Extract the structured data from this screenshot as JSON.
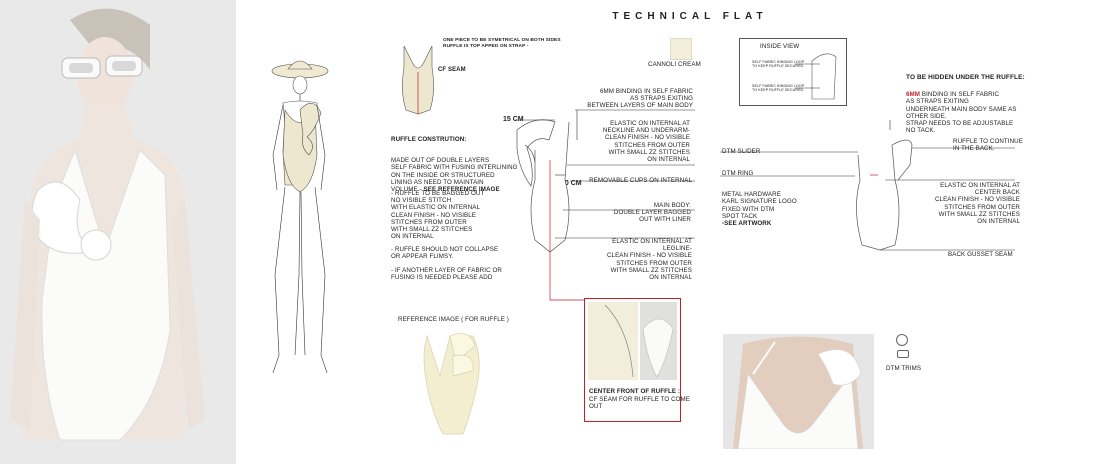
{
  "title": "TECHNICAL FLAT",
  "swatch": {
    "label": "CANNOLI CREAM",
    "color": "#f2eedb"
  },
  "top_note": "ONE PIECE TO BE SYMETRICAL ON BOTH SIDES\nRUFFLE IS TOP APPED ON STRAP -",
  "cf_seam": "CF SEAM",
  "ruffle": {
    "heading": "RUFFLE CONSTRUTION:",
    "intro": "MADE OUT OF DOUBLE LAYERS\nSELF FABRIC WITH FUSING INTERLINING\nON THE INSIDE OR STRUCTURED\nLINING AS NEED TO MAINTAIN\nVOLUME - ",
    "intro_bold": "SEE REFERENCE IMAGE",
    "bullets": [
      "-          RUFFLE TO BE BAGGED OUT\nNO VISIBLE STITCH\nWITH ELASTIC ON INTERNAL\nCLEAN FINISH - NO VISIBLE\nSTITCHES FROM OUTER\nWITH SMALL ZZ STITCHES\nON INTERNAL",
      "-          RUFFLE SHOULD NOT COLLAPSE\nOR APPEAR FLIMSY.",
      "-          IF ANOTHER LAYER OF FABRIC OR\nFUSING IS NEEDED PLEASE ADD"
    ]
  },
  "dims": {
    "d1": "15 CM",
    "d2": "10 CM"
  },
  "callouts": [
    "6MM BINDING IN SELF FABRIC\nAS STRAPS EXITING\nBETWEEN LAYERS OF MAIN BODY",
    "ELASTIC ON INTERNAL AT\nNECKLINE AND UNDERARM-\nCLEAN FINISH - NO VISIBLE\nSTITCHES FROM OUTER\nWITH SMALL ZZ STITCHES\nON INTERNAL",
    "REMOVABLE CUPS ON INTERNAL",
    "MAIN BODY:\nDOUBLE LAYER BAGGED\nOUT WITH LINER",
    "ELASTIC ON INTERNAL AT\nLEGLINE-\nCLEAN FINISH - NO VISIBLE\nSTITCHES FROM OUTER\nWITH SMALL ZZ STITCHES\nON INTERNAL"
  ],
  "reference_label": "REFERENCE IMAGE ( FOR RUFFLE )",
  "center_front": {
    "heading": "CENTER FRONT OF RUFFLE :",
    "text": "CF SEAM FOR RUFFLE TO COME\nOUT"
  },
  "inside_view": {
    "label": "INSIDE VIEW",
    "note1": "SELF FABRIC BINDING LOOP\nTO KEEP RUFFLE SECURED",
    "note2": "SELF FABRIC BINDING LOOP\nTO KEEP RUFFLE SECURED"
  },
  "back": {
    "hidden_heading": "TO BE HIDDEN UNDER THE RUFFLE:",
    "hidden_red": "6MM",
    "hidden_text": " BINDING IN SELF FABRIC\nAS STRAPS EXITING\nUNDERNEATH MAIN BODY SAME AS\nOTHER SIDE.\nSTRAP NEEDS TO BE ADJUSTABLE\nNO TACK.",
    "ruffle_continue": "RUFFLE TO CONTINUE\nIN THE BACK.",
    "dtm_slider": "DTM SLIDER",
    "dtm_ring": "DTM RING",
    "hardware": "METAL HARDWARE\nKARL SIGNATURE LOGO\nFIXED WITH DTM\nSPOT TACK",
    "hardware_bold": "-SEE ARTWORK",
    "elastic_back": "ELASTIC ON INTERNAL AT\nCENTER BACK\nCLEAN FINISH - NO VISIBLE\nSTITCHES FROM OUTER\nWITH SMALL ZZ STITCHES\nON INTERNAL",
    "gusset": "BACK GUSSET SEAM"
  },
  "dtm_trims": "DTM TRIMS"
}
